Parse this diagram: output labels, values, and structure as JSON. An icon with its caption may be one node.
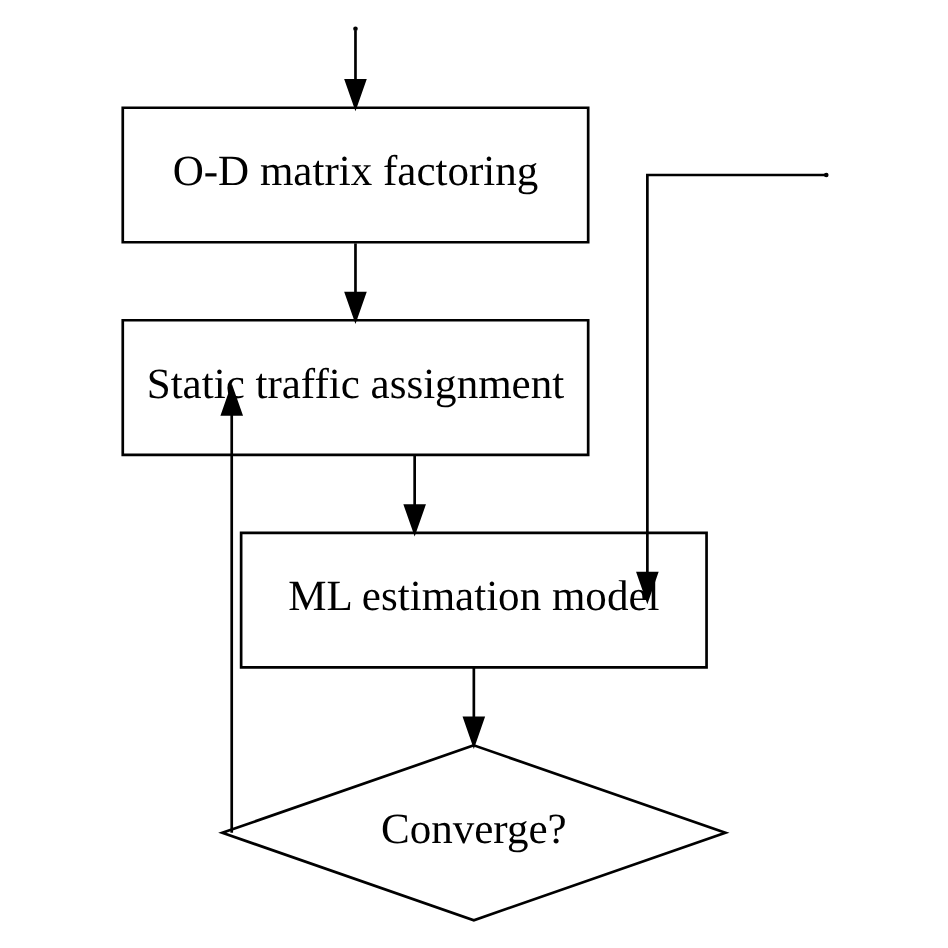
{
  "diagram": {
    "nodes": [
      {
        "text": [
          "O-D matrix factoring"
        ]
      },
      {
        "text": [
          "Static traffic assignment"
        ]
      },
      {
        "text": [
          "ML estimation model"
        ]
      },
      {
        "text": [
          "Converge?"
        ]
      }
    ],
    "edges": [
      {
        "from": null,
        "to": 0,
        "arrow": "to"
      },
      {
        "from": 0,
        "to": 1,
        "arrow": "to"
      },
      {
        "from": 1,
        "to": 2,
        "arrow": "to"
      },
      {
        "from": 2,
        "to": 3,
        "arrow": "to"
      },
      {
        "from": 3,
        "to": 1,
        "arrow": "to"
      },
      {
        "from": null,
        "to": 2,
        "arrow": "to"
      }
    ]
  }
}
